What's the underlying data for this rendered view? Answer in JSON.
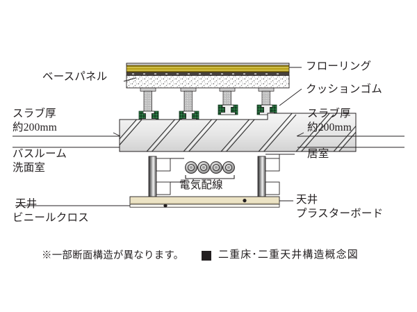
{
  "diagram": {
    "title": "二重床･二重天井構造概念図",
    "note": "※一部断面構造が異なります。",
    "legend_marker": "filled-square",
    "labels": {
      "base_panel": "ベースパネル",
      "flooring": "フローリング",
      "cushion_rubber": "クッションゴム",
      "slab_left_line1": "スラブ厚",
      "slab_left_line2": "約200mm",
      "slab_right_line1": "スラブ厚",
      "slab_right_line2": "約200mm",
      "room_left_line1": "バスルーム",
      "room_left_line2": "洗面室",
      "room_right": "居室",
      "ceiling_left_line1": "天井",
      "ceiling_left_line2": "ビニールクロス",
      "ceiling_right_line1": "天井",
      "ceiling_right_line2": "プラスターボード",
      "wiring": "電気配線"
    },
    "colors": {
      "ink": "#231f20",
      "flooring_dark": "#8a7512",
      "flooring_mid": "#b79f1b",
      "flooring_light": "#d8c84e",
      "flooring_band": "#4a4440",
      "base_panel_fill": "#fdfdfd",
      "slab_fill_top": "#f2f2f2",
      "slab_fill_bottom": "#d9d9d9",
      "cushion_green": "#1f5c33",
      "cushion_green_dark": "#143f22",
      "plasterboard": "#ece3c4",
      "plasterboard_edge": "#d6c99a",
      "post_gray": "#c9c9c9",
      "hanger_dark": "#3a3a3a",
      "hanger_light": "#e8e8e8"
    },
    "structure": {
      "posts_count": 4,
      "conduits_count": 4,
      "hatch_bands": 5,
      "slab_thickness_mm": 200
    }
  }
}
